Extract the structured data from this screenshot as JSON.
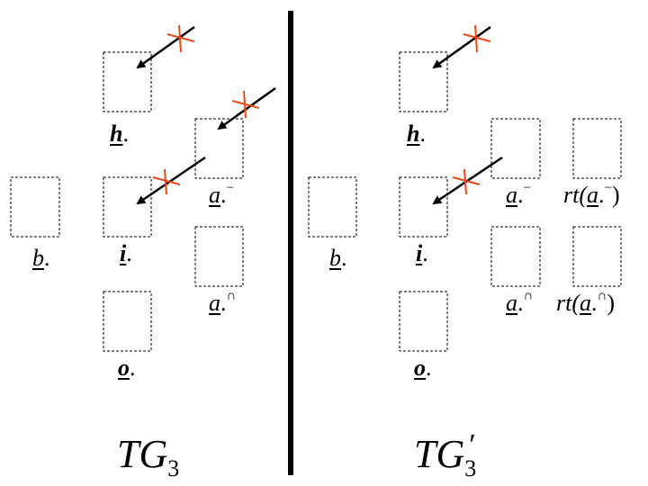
{
  "left_panel": {
    "nodes": {
      "h": {
        "letter": "h",
        "suffix": "."
      },
      "a_minus": {
        "letter": "a",
        "suffix": ".",
        "mark": "−"
      },
      "b": {
        "letter": "b",
        "suffix": "."
      },
      "i": {
        "letter": "i",
        "suffix": "."
      },
      "a_cap": {
        "letter": "a",
        "suffix": ".",
        "mark": "∩"
      },
      "o": {
        "letter": "o",
        "suffix": "."
      }
    },
    "caption": {
      "main": "TG",
      "sub": "3"
    }
  },
  "right_panel": {
    "nodes": {
      "h": {
        "letter": "h",
        "suffix": "."
      },
      "a_minus": {
        "letter": "a",
        "suffix": ".",
        "mark": "−"
      },
      "rt_a_minus": {
        "prefix": "rt(",
        "letter": "a",
        "suffix": ".",
        "mark": "−",
        "close": ")"
      },
      "b": {
        "letter": "b",
        "suffix": "."
      },
      "i": {
        "letter": "i",
        "suffix": "."
      },
      "a_cap": {
        "letter": "a",
        "suffix": ".",
        "mark": "∩"
      },
      "rt_a_cap": {
        "prefix": "rt(",
        "letter": "a",
        "suffix": ".",
        "mark": "∩",
        "close": ")"
      },
      "o": {
        "letter": "o",
        "suffix": "."
      }
    },
    "caption": {
      "main": "TG",
      "sub": "3",
      "prime": "′"
    }
  },
  "colors": {
    "box_border": "#000000",
    "arrow": "#000000",
    "cross": "#e8481c",
    "divider": "#000000"
  }
}
